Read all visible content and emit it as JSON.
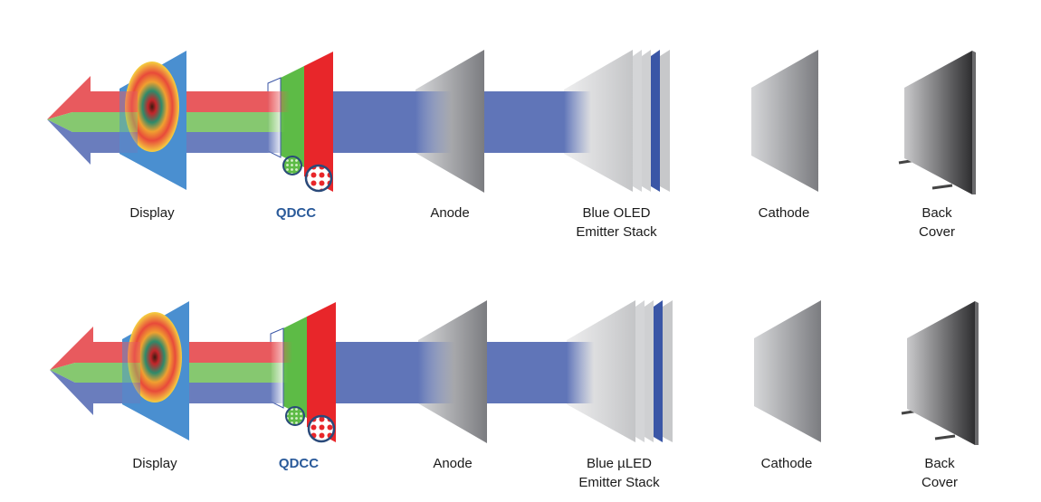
{
  "diagram": {
    "title": "QDCC display stack comparison",
    "colors": {
      "red": "#e8262a",
      "green": "#5dbb46",
      "blue": "#6075b8",
      "emitter_blue": "#3a56a6",
      "display_blue": "#4a8fd0",
      "qdcc_label": "#2a5a9a"
    },
    "rows": [
      {
        "name": "oled",
        "layers": [
          {
            "id": "display",
            "label": "Display"
          },
          {
            "id": "qdcc",
            "label": "QDCC"
          },
          {
            "id": "anode",
            "label": "Anode"
          },
          {
            "id": "emitter",
            "label": "Blue OLED\nEmitter Stack"
          },
          {
            "id": "cathode",
            "label": "Cathode"
          },
          {
            "id": "back",
            "label": "Back\nCover"
          }
        ]
      },
      {
        "name": "microled",
        "layers": [
          {
            "id": "display",
            "label": "Display"
          },
          {
            "id": "qdcc",
            "label": "QDCC"
          },
          {
            "id": "anode",
            "label": "Anode"
          },
          {
            "id": "emitter",
            "label": "Blue µLED\nEmitter Stack"
          },
          {
            "id": "cathode",
            "label": "Cathode"
          },
          {
            "id": "back",
            "label": "Back\nCover"
          }
        ]
      }
    ]
  }
}
